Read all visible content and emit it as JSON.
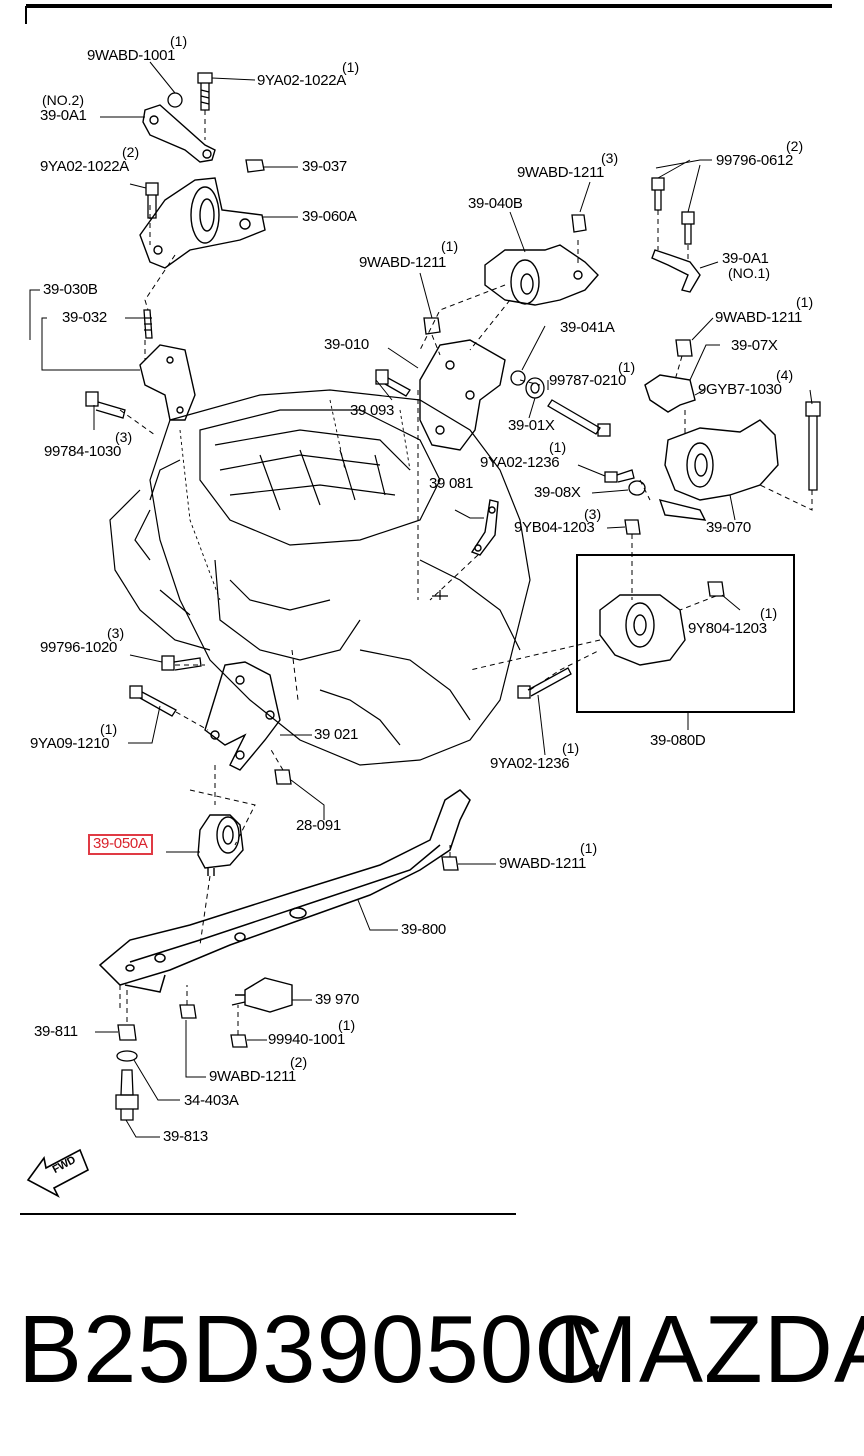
{
  "callouts": {
    "c_9wabd1001": {
      "text": "9WABD-1001",
      "qty": "(1)"
    },
    "c_9ya02_1022a_top": {
      "text": "9YA02-1022A",
      "qty": "(1)"
    },
    "c_39_0a1_no2": {
      "text": "39-0A1",
      "qty": "(NO.2)"
    },
    "c_9ya02_1022a_left": {
      "text": "9YA02-1022A",
      "qty": "(2)"
    },
    "c_39_037": {
      "text": "39-037"
    },
    "c_39_060a": {
      "text": "39-060A"
    },
    "c_39_030b": {
      "text": "39-030B"
    },
    "c_39_032": {
      "text": "39-032"
    },
    "c_99784_1030": {
      "text": "99784-1030",
      "qty": "(3)"
    },
    "c_9wabd1211_a": {
      "text": "9WABD-1211",
      "qty": "(3)"
    },
    "c_39_040b": {
      "text": "39-040B"
    },
    "c_9wabd1211_b": {
      "text": "9WABD-1211",
      "qty": "(1)"
    },
    "c_99796_0612": {
      "text": "99796-0612",
      "qty": "(2)"
    },
    "c_39_0a1_no1": {
      "text": "39-0A1",
      "qty": "(NO.1)"
    },
    "c_39_010": {
      "text": "39-010"
    },
    "c_39_041a": {
      "text": "39-041A"
    },
    "c_9wabd1211_c": {
      "text": "9WABD-1211",
      "qty": "(1)"
    },
    "c_39_093": {
      "text": "39 093"
    },
    "c_99787_0210": {
      "text": "99787-0210",
      "qty": "(1)"
    },
    "c_39_07x": {
      "text": "39-07X"
    },
    "c_9gyb7_1030": {
      "text": "9GYB7-1030",
      "qty": "(4)"
    },
    "c_39_01x": {
      "text": "39-01X"
    },
    "c_9ya02_1236_a": {
      "text": "9YA02-1236",
      "qty": "(1)"
    },
    "c_39_081": {
      "text": "39 081"
    },
    "c_39_08x": {
      "text": "39-08X"
    },
    "c_9yb04_1203": {
      "text": "9YB04-1203",
      "qty": "(3)"
    },
    "c_39_070": {
      "text": "39-070"
    },
    "c_9y804_1203": {
      "text": "9Y804-1203",
      "qty": "(1)"
    },
    "c_99796_1020": {
      "text": "99796-1020",
      "qty": "(3)"
    },
    "c_9ya09_1210": {
      "text": "9YA09-1210",
      "qty": "(1)"
    },
    "c_39_021": {
      "text": "39 021"
    },
    "c_9ya02_1236_b": {
      "text": "9YA02-1236",
      "qty": "(1)"
    },
    "c_39_080d": {
      "text": "39-080D"
    },
    "c_28_091": {
      "text": "28-091"
    },
    "c_39_050a": {
      "text": "39-050A"
    },
    "c_9wabd1211_d": {
      "text": "9WABD-1211",
      "qty": "(1)"
    },
    "c_39_800": {
      "text": "39-800"
    },
    "c_39_970": {
      "text": "39 970"
    },
    "c_39_811": {
      "text": "39-811"
    },
    "c_99940_1001": {
      "text": "99940-1001",
      "qty": "(1)"
    },
    "c_9wabd1211_e": {
      "text": "9WABD-1211",
      "qty": "(2)"
    },
    "c_34_403a": {
      "text": "34-403A"
    },
    "c_39_813": {
      "text": "39-813"
    },
    "fwd": {
      "text": "FWD"
    }
  },
  "highlight": {
    "part": "39-050A",
    "color": "#e03a44"
  },
  "caption": {
    "part_number": "B25D39050C",
    "brand": "MAZDA"
  }
}
